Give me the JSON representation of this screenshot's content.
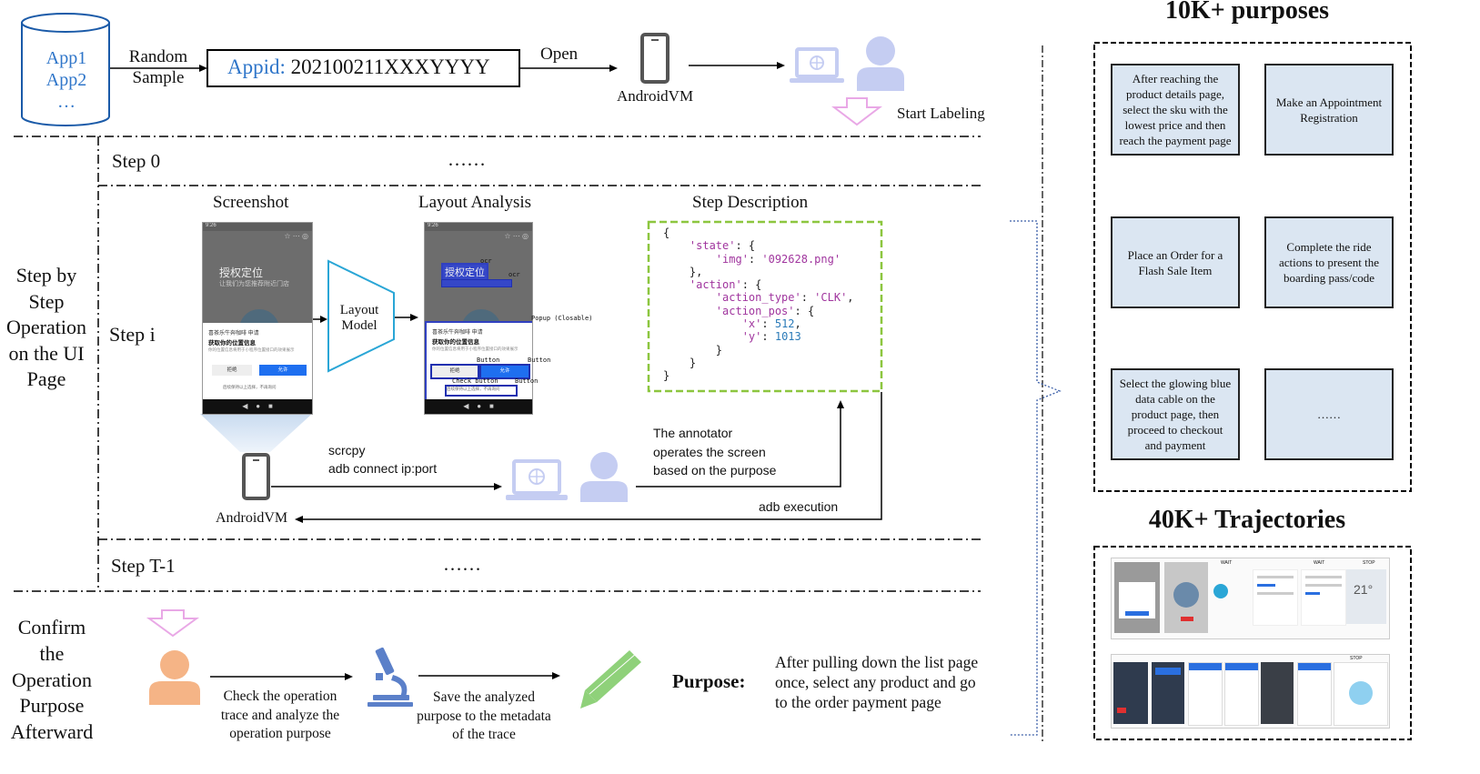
{
  "top": {
    "db_items": [
      "App1",
      "App2",
      "…"
    ],
    "random_sample": [
      "Random",
      "Sample"
    ],
    "appid_label": "Appid:",
    "appid_value": "202100211XXXYYYY",
    "open_label": "Open",
    "androidvm_label": "AndroidVM",
    "start_labeling": "Start Labeling"
  },
  "steps": {
    "step0": "Step 0",
    "step0_dots": "……",
    "stepi": "Step i",
    "stept1": "Step T-1",
    "stept1_dots": "……",
    "left_title": [
      "Step by",
      "Step",
      "Operation",
      "on the UI",
      "Page"
    ]
  },
  "stepi": {
    "screenshot_title": "Screenshot",
    "layout_title": "Layout Analysis",
    "desc_title": "Step Description",
    "layout_model": [
      "Layout",
      "Model"
    ],
    "scrcpy": [
      "scrcpy",
      "adb connect ip:port"
    ],
    "annotator": [
      "The annotator",
      "operates the screen",
      "based on the purpose"
    ],
    "adb_exec": "adb execution",
    "androidvm_label": "AndroidVM",
    "phone": {
      "status_time": "9:26",
      "title": "授权定位",
      "subtitle": "让我们为您推荐附近门店",
      "dialog_app": "喜茶乐牛奔咖啡 申请",
      "dialog_title": "获取你的位置信息",
      "dialog_desc": "你的位置信息将用于小程序位置接口的效果展示",
      "deny": "拒绝",
      "allow": "允许",
      "remember": "后续保持以上选择，不再询问"
    },
    "layout_labels": {
      "ocr1": "ocr",
      "ocr2": "ocr",
      "popup": "Popup (Closable)",
      "button1": "Button",
      "button2": "Button",
      "checkbutton": "Check button",
      "button3": "Button"
    }
  },
  "step_description_lines": [
    {
      "t": "{"
    },
    {
      "k": "'state'",
      "r": ": {",
      "i": 1
    },
    {
      "k": "'img'",
      "r": ": ",
      "s": "'092628.png'",
      "i": 2
    },
    {
      "r": "},",
      "i": 1
    },
    {
      "k": "'action'",
      "r": ": {",
      "i": 1
    },
    {
      "k": "'action_type'",
      "r": ": ",
      "s": "'CLK'",
      "e": ",",
      "i": 2
    },
    {
      "k": "'action_pos'",
      "r": ": {",
      "i": 2
    },
    {
      "k": "'x'",
      "r": ": ",
      "n": "512",
      "e": ",",
      "i": 3
    },
    {
      "k": "'y'",
      "r": ": ",
      "n": "1013",
      "i": 3
    },
    {
      "r": "}",
      "i": 2
    },
    {
      "r": "}",
      "i": 1
    },
    {
      "t": "}"
    }
  ],
  "confirm": {
    "left_title": [
      "Confirm",
      "the",
      "Operation",
      "Purpose",
      "Afterward"
    ],
    "check": [
      "Check the operation",
      "trace and analyze the",
      "operation purpose"
    ],
    "save": [
      "Save the analyzed",
      "purpose to the metadata",
      "of the trace"
    ],
    "purpose_label": "Purpose:",
    "purpose_text": [
      "After pulling down the list page",
      "once, select any product and go",
      "to the order payment page"
    ]
  },
  "right": {
    "purposes_title": "10K+ purposes",
    "purpose_boxes": [
      "After reaching the product details page, select the sku with the lowest price and then reach the payment page",
      "Make an Appointment Registration",
      "Place an Order for a Flash Sale Item",
      "Complete the ride actions to present the boarding pass/code",
      "Select the glowing blue data cable on the product page, then proceed to checkout and payment",
      "……"
    ],
    "trajectories_title": "40K+ Trajectories",
    "traj_labels": [
      "WAIT",
      "WAIT",
      "STOP",
      "STOP",
      "21°"
    ]
  },
  "colors": {
    "blue_text": "#2e75c9",
    "icon_lavender": "#c5cdf2",
    "icon_orange": "#f5b486",
    "pink_arrow": "#e9a8e6",
    "green_dash": "#8cc63f",
    "light_blue_box": "#dbe6f2",
    "cyan": "#2aa6d6"
  }
}
